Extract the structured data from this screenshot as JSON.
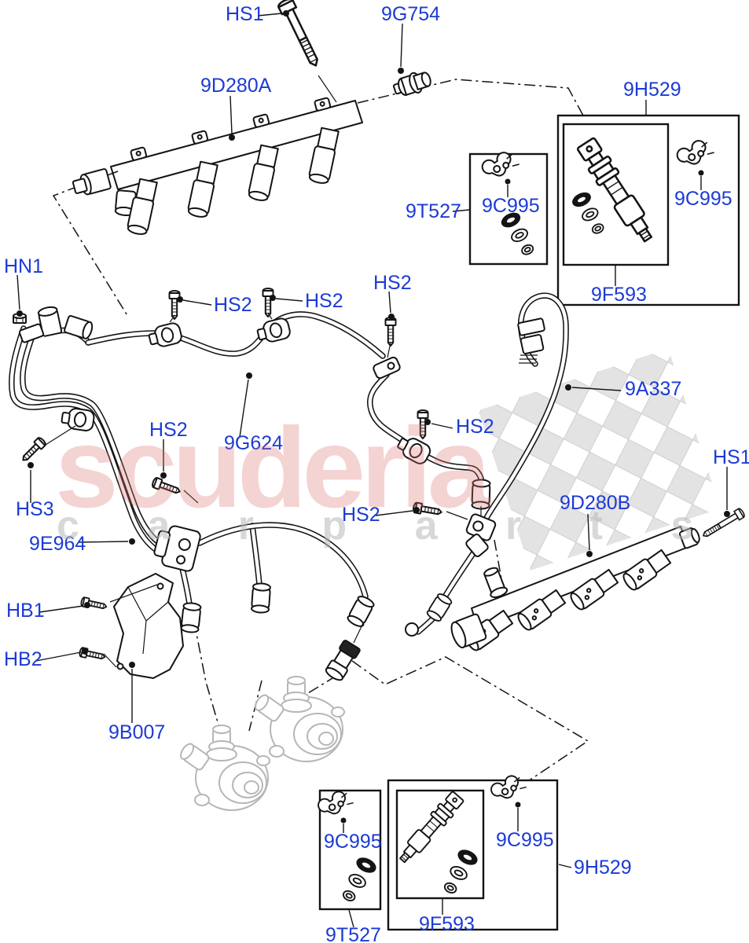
{
  "page": {
    "background": "#ffffff",
    "type": "parts-catalog-exploded-diagram"
  },
  "colors": {
    "label_blue": "#1c3bd4",
    "line_black": "#141414",
    "ghost_gray": "#b6b6b6",
    "watermark_pink": "#dd7070",
    "watermark_gray": "#b9b9b9"
  },
  "watermark": {
    "brand": "scuderia",
    "sub": "c a r   p a r t s",
    "flag_icon": "checkered-flag-watermark"
  },
  "callouts": {
    "hs1_top": "HS1",
    "g754": "9G754",
    "d280a": "9D280A",
    "h529_top": "9H529",
    "t527_top": "9T527",
    "c995_top_left": "9C995",
    "c995_top_right": "9C995",
    "f593_top": "9F593",
    "hn1": "HN1",
    "hs2_clamp1": "HS2",
    "hs2_clamp2": "HS2",
    "hs2_mid": "HS2",
    "a337": "9A337",
    "hs2_left": "HS2",
    "g624": "9G624",
    "hs2_right": "HS2",
    "hs1_right": "HS1",
    "hs3": "HS3",
    "d280b": "9D280B",
    "hs2_lower": "HS2",
    "e964": "9E964",
    "hb1": "HB1",
    "hb2": "HB2",
    "b007": "9B007",
    "c995_bot_left": "9C995",
    "c995_bot_right": "9C995",
    "h529_bot": "9H529",
    "t527_bot": "9T527",
    "f593_bot": "9F593"
  }
}
